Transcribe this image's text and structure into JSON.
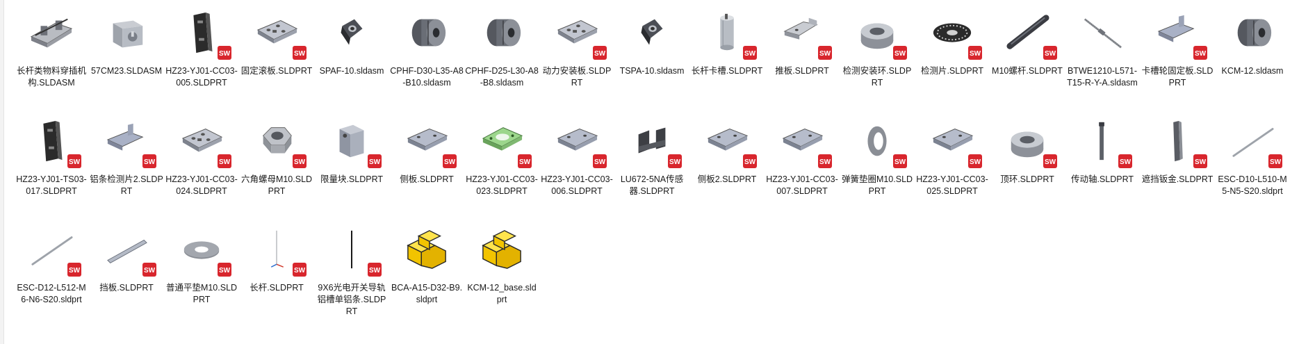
{
  "files": [
    {
      "name": "长杆类物料穿插机构.SLDASM",
      "icon": "assembly-mechanism-icon",
      "badge": false
    },
    {
      "name": "57CM23.SLDASM",
      "icon": "stepper-motor-icon",
      "badge": false
    },
    {
      "name": "HZ23-YJ01-CC03-005.SLDPRT",
      "icon": "black-bracket-icon",
      "badge": true
    },
    {
      "name": "固定滚板.SLDPRT",
      "icon": "plate-holes-icon",
      "badge": true
    },
    {
      "name": "SPAF-10.sldasm",
      "icon": "flange-block-icon",
      "badge": false
    },
    {
      "name": "CPHF-D30-L35-A8-B10.sldasm",
      "icon": "coupling-icon",
      "badge": false
    },
    {
      "name": "CPHF-D25-L30-A8-B8.sldasm",
      "icon": "coupling-icon",
      "badge": false
    },
    {
      "name": "动力安装板.SLDPRT",
      "icon": "plate-holes-icon",
      "badge": true
    },
    {
      "name": "TSPA-10.sldasm",
      "icon": "flange-block-icon",
      "badge": false
    },
    {
      "name": "长杆卡槽.SLDPRT",
      "icon": "cylinder-icon",
      "badge": true
    },
    {
      "name": "推板.SLDPRT",
      "icon": "push-plate-icon",
      "badge": true
    },
    {
      "name": "检测安装环.SLDPRT",
      "icon": "ring-icon",
      "badge": true
    },
    {
      "name": "检测片.SLDPRT",
      "icon": "encoder-disc-icon",
      "badge": true
    },
    {
      "name": "M10螺杆.SLDPRT",
      "icon": "dark-rod-icon",
      "badge": true
    },
    {
      "name": "BTWE1210-L571-T15-R-Y-A.sldasm",
      "icon": "ball-screw-icon",
      "badge": false
    },
    {
      "name": "卡槽轮固定板.SLDPRT",
      "icon": "angle-plate-icon",
      "badge": true
    },
    {
      "name": "KCM-12.sldasm",
      "icon": "coupling-icon",
      "badge": false
    },
    {
      "name": "HZ23-YJ01-TS03-017.SLDPRT",
      "icon": "black-bracket-icon",
      "badge": true
    },
    {
      "name": "铝条检测片2.SLDPRT",
      "icon": "angle-plate-icon",
      "badge": true
    },
    {
      "name": "HZ23-YJ01-CC03-024.SLDPRT",
      "icon": "plate-holes-icon",
      "badge": true
    },
    {
      "name": "六角螺母M10.SLDPRT",
      "icon": "hex-nut-icon",
      "badge": true
    },
    {
      "name": "限量块.SLDPRT",
      "icon": "block-icon",
      "badge": true
    },
    {
      "name": "侧板.SLDPRT",
      "icon": "plate-icon",
      "badge": true
    },
    {
      "name": "HZ23-YJ01-CC03-023.SLDPRT",
      "icon": "green-plate-icon",
      "badge": true
    },
    {
      "name": "HZ23-YJ01-CC03-006.SLDPRT",
      "icon": "plate-icon",
      "badge": true
    },
    {
      "name": "LU672-5NA传感器.SLDPRT",
      "icon": "sensor-icon",
      "badge": true
    },
    {
      "name": "侧板2.SLDPRT",
      "icon": "plate-icon",
      "badge": true
    },
    {
      "name": "HZ23-YJ01-CC03-007.SLDPRT",
      "icon": "plate-icon",
      "badge": true
    },
    {
      "name": "弹簧垫圈M10.SLDPRT",
      "icon": "spring-washer-icon",
      "badge": true
    },
    {
      "name": "HZ23-YJ01-CC03-025.SLDPRT",
      "icon": "plate-icon",
      "badge": true
    },
    {
      "name": "顶环.SLDPRT",
      "icon": "ring-icon",
      "badge": true
    },
    {
      "name": "传动轴.SLDPRT",
      "icon": "shaft-icon",
      "badge": true
    },
    {
      "name": "遮挡钣金.SLDPRT",
      "icon": "sheet-metal-icon",
      "badge": true
    },
    {
      "name": "ESC-D10-L510-M5-N5-S20.sldprt",
      "icon": "thin-rod-icon",
      "badge": true
    },
    {
      "name": "ESC-D12-L512-M6-N6-S20.sldprt",
      "icon": "thin-rod-icon",
      "badge": true
    },
    {
      "name": "挡板.SLDPRT",
      "icon": "strip-icon",
      "badge": true
    },
    {
      "name": "普通平垫M10.SLDPRT",
      "icon": "flat-washer-icon",
      "badge": true
    },
    {
      "name": "长杆.SLDPRT",
      "icon": "axes-icon",
      "badge": true
    },
    {
      "name": "9X6光电开关导轨铝槽单铝条.SLDPRT",
      "icon": "black-line-icon",
      "badge": true
    },
    {
      "name": "BCA-A15-D32-B9.sldprt",
      "icon": "yellow-block-icon",
      "badge": false
    },
    {
      "name": "KCM-12_base.sldprt",
      "icon": "yellow-block-icon",
      "badge": false
    }
  ],
  "colors": {
    "swRed": "#d8262d",
    "text": "#1a1a1a",
    "partGray": "#8d8f95"
  }
}
